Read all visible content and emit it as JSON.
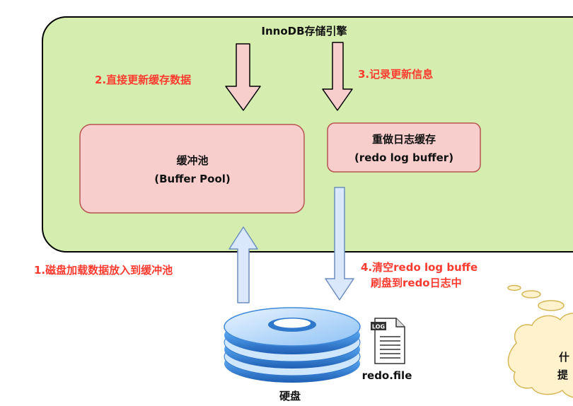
{
  "engine": {
    "title": "InnoDB存储引擎"
  },
  "buffer_pool": {
    "line1": "缓冲池",
    "line2": "(Buffer Pool)"
  },
  "redo_buffer": {
    "line1": "重做日志缓存",
    "line2": "(redo log buffer)"
  },
  "steps": {
    "step1": "1.磁盘加载数据放入到缓冲池",
    "step2": "2.直接更新缓存数据",
    "step3": "3.记录更新信息",
    "step4_line1": "4.清空redo log buffe",
    "step4_line2": "刷盘到redo日志中"
  },
  "disk": {
    "label": "硬盘"
  },
  "redo_file": {
    "icon_text": "LOG",
    "label": "redo.file"
  },
  "thought_cloud": {
    "line1": "什",
    "line2": "提"
  },
  "colors": {
    "engine_fill": "#d5eeb0",
    "box_fill": "#f8cecc",
    "box_stroke": "#b85450",
    "arrow_pink": "#f8cecc",
    "arrow_blue": "#dae8fc",
    "arrow_blue_stroke": "#6c8ebf",
    "step_text": "#ff3b30",
    "cloud_fill": "#fff2cc",
    "cloud_stroke": "#d6b656"
  }
}
